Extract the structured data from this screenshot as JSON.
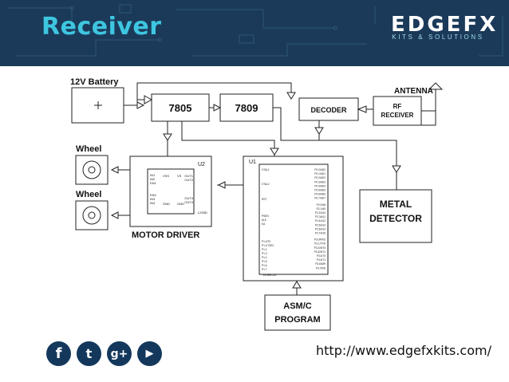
{
  "header": {
    "title": "Receiver",
    "logo_main": "EDGEFX",
    "logo_sub": "KITS & SOLUTIONS"
  },
  "diagram": {
    "battery": "12V Battery",
    "antenna": "ANTENNA",
    "reg1": "7805",
    "reg2": "7809",
    "decoder": "DECODER",
    "rf_line1": "RF",
    "rf_line2": "RECEIVER",
    "wheel1": "Wheel",
    "wheel2": "Wheel",
    "motor_driver": "MOTOR DRIVER",
    "u2": "U2",
    "u1": "U1",
    "u2_part": "L293D",
    "u1_part": "AT89C52",
    "metal1": "METAL",
    "metal2": "DETECTOR",
    "asm1": "ASM/C",
    "asm2": "PROGRAM",
    "u2_left_pins": [
      "IN1",
      "IN2",
      "EN1",
      "EN2",
      "IN3",
      "IN4"
    ],
    "u2_mid_pins": [
      "VSS",
      "VS",
      "GND",
      "GND"
    ],
    "u2_right_pins": [
      "OUT1",
      "OUT2",
      "OUT3",
      "OUT4"
    ],
    "u1_left_pins": [
      "XTAL1",
      "XTAL2",
      "RST",
      "PSEN",
      "ALE",
      "EA",
      "P1.0/T2",
      "P1.1/T2EX",
      "P1.2",
      "P1.3",
      "P1.4",
      "P1.5",
      "P1.6",
      "P1.7"
    ],
    "u1_right_pins": [
      "P0.0/AD0",
      "P0.1/AD1",
      "P0.2/AD2",
      "P0.3/AD3",
      "P0.4/AD4",
      "P0.5/AD5",
      "P0.6/AD6",
      "P0.7/AD7",
      "P2.0/A8",
      "P2.1/A9",
      "P2.2/A10",
      "P2.3/A11",
      "P2.4/A12",
      "P2.5/A13",
      "P2.6/A14",
      "P2.7/A15",
      "P3.0/RXD",
      "P3.1/TXD",
      "P3.2/INT0",
      "P3.3/INT1",
      "P3.4/T0",
      "P3.5/T1",
      "P3.6/WR",
      "P3.7/RD"
    ]
  },
  "footer": {
    "social": [
      {
        "icon": "facebook-icon",
        "glyph": "f"
      },
      {
        "icon": "twitter-icon",
        "glyph": "t"
      },
      {
        "icon": "google-plus-icon",
        "glyph": "g+"
      },
      {
        "icon": "youtube-icon",
        "glyph": "▶"
      }
    ],
    "url": "http://www.edgefxkits.com/"
  },
  "colors": {
    "banner": "#1b3a5a",
    "title": "#3ec6e0",
    "icons": "#13385c"
  }
}
